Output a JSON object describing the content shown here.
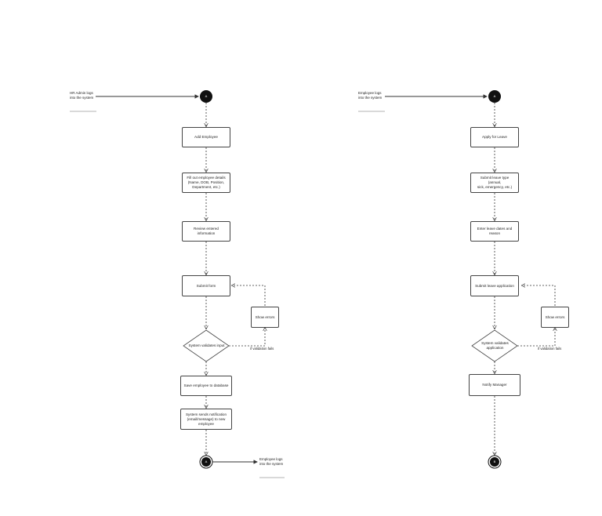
{
  "left": {
    "start_note": "HR Admin logs\ninto the system",
    "start_marker": "A",
    "steps": [
      "Add Employee",
      "Fill out employee details\n(Name, DOB, Position,\nDepartment, etc.)",
      "Review entered information",
      "Submit form",
      "Save employee to database",
      "System sends notification\n(email/message) to new\nemployee"
    ],
    "decision": "System validates input",
    "error_step": "Show errors",
    "fail_label": "if validation fails",
    "end_marker": "A",
    "end_note": "Employee logs\ninto the system"
  },
  "right": {
    "start_note": "Employee logs\ninto the system",
    "start_marker": "A",
    "steps": [
      "Apply for Leave",
      "Submit leave type (annual,\nsick, emergency, etc.)",
      "Enter leave dates and reason",
      "Submit leave application",
      "Notify Manager"
    ],
    "decision": "System validates\napplication",
    "error_step": "Show errors",
    "fail_label": "if validation fails",
    "end_marker": "B"
  },
  "colors": {
    "line": "#333333",
    "node_border": "#444444",
    "terminal": "#111111",
    "note_bar": "#d9d9d9"
  }
}
